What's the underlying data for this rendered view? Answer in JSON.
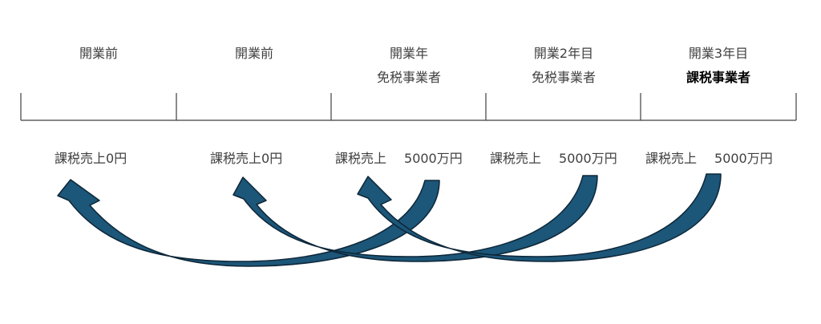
{
  "columns": [
    {
      "line1": "開業前",
      "line2": "",
      "line2_bold": false
    },
    {
      "line1": "開業前",
      "line2": "",
      "line2_bold": false
    },
    {
      "line1": "開業年",
      "line2": "免税事業者",
      "line2_bold": false
    },
    {
      "line1": "開業2年目",
      "line2": "免税事業者",
      "line2_bold": false
    },
    {
      "line1": "開業3年目",
      "line2": "課税事業者",
      "line2_bold": true
    }
  ],
  "sales": [
    {
      "label": "課税売上",
      "amount": "0円"
    },
    {
      "label": "課税売上",
      "amount": "0円"
    },
    {
      "label": "課税売上",
      "amount": "5000万円"
    },
    {
      "label": "課税売上",
      "amount": "5000万円"
    },
    {
      "label": "課税売上",
      "amount": "5000万円"
    }
  ],
  "colors": {
    "arrow_fill": "#1c5678",
    "arrow_stroke": "#0d2638",
    "timeline": "#404040"
  },
  "arrows": [
    {
      "from_column": 3,
      "to_column": 1
    },
    {
      "from_column": 4,
      "to_column": 2
    },
    {
      "from_column": 5,
      "to_column": 3
    }
  ]
}
